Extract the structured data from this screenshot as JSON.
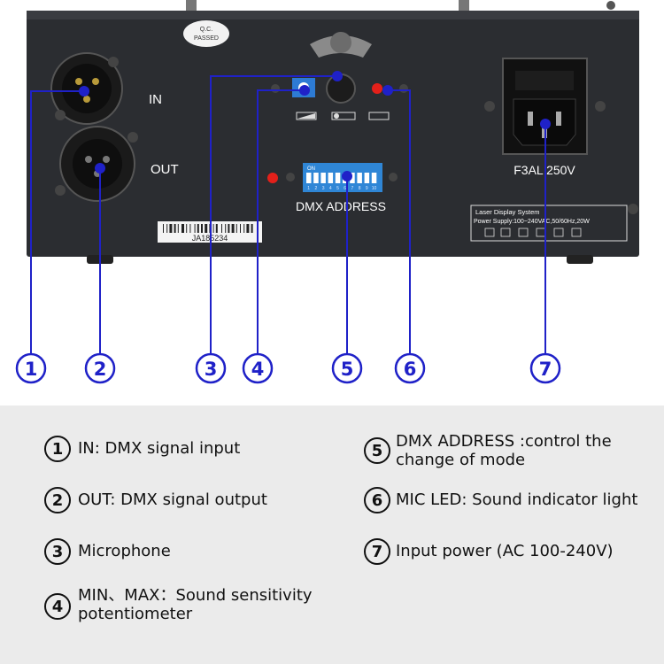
{
  "device": {
    "qc_sticker": [
      "Q.C.",
      "PASSED"
    ],
    "in_label": "IN",
    "out_label": "OUT",
    "dmx_address_label": "DMX ADDRESS",
    "fuse_label": "F3AL 250V",
    "serial": "JA185234",
    "dip_on": "ON",
    "dip_numbers": [
      "1",
      "2",
      "3",
      "4",
      "5",
      "6",
      "7",
      "8",
      "9",
      "10"
    ],
    "spec_title": "Laser Display System",
    "spec_power": "Power Supply:100~240VAC,50/60Hz,20W"
  },
  "markers": [
    "1",
    "2",
    "3",
    "4",
    "5",
    "6",
    "7"
  ],
  "legend": [
    {
      "num": "1",
      "text": "IN: DMX signal input"
    },
    {
      "num": "2",
      "text": "OUT: DMX signal output"
    },
    {
      "num": "3",
      "text": "Microphone"
    },
    {
      "num": "4",
      "text": "MIN、MAX：Sound sensitivity\npotentiometer"
    },
    {
      "num": "5",
      "text": "DMX ADDRESS :control the\nchange of mode"
    },
    {
      "num": "6",
      "text": "MIC LED: Sound indicator light"
    },
    {
      "num": "7",
      "text": "Input power (AC 100-240V)"
    }
  ],
  "colors": {
    "panel": "#2b2d31",
    "callout": "#1f21c8",
    "led": "#e3201a",
    "dip": "#2f86d6",
    "background": "#ebebeb"
  }
}
